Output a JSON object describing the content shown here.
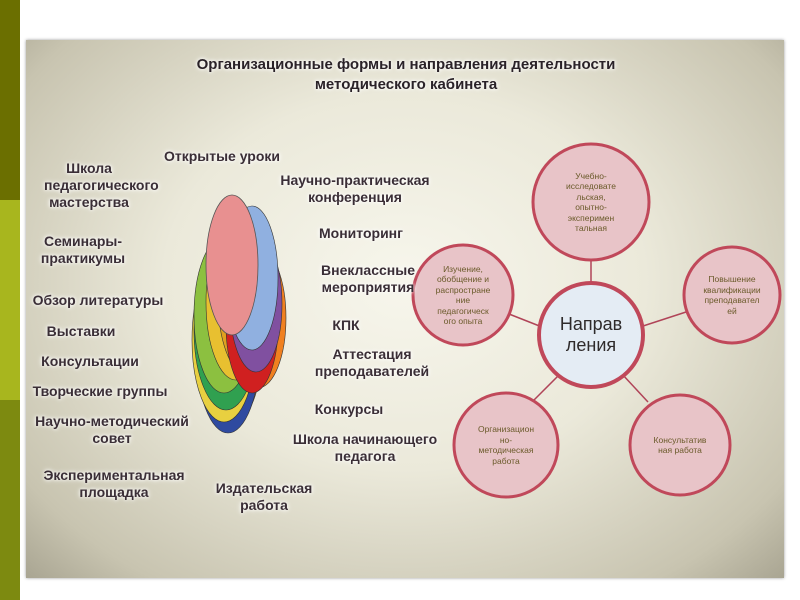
{
  "title": {
    "line1": "Организационные формы  и направления деятельности",
    "line2": "методического кабинета"
  },
  "forms": {
    "school_mastery": [
      "Школа",
      "педагогического",
      "мастерства"
    ],
    "seminars": [
      "Семинары-",
      "практикумы"
    ],
    "literature_review": "Обзор литературы",
    "exhibitions": "Выставки",
    "consultations": "Консультации",
    "creative_groups": "Творческие группы",
    "scientific_council": [
      "Научно-методический",
      "совет"
    ],
    "experimental_site": [
      "Экспериментальная",
      "площадка"
    ],
    "publishing": [
      "Издательская",
      "работа"
    ],
    "open_lessons": "Открытые уроки",
    "conference": [
      "Научно-практическая",
      "конференция"
    ],
    "monitoring": "Мониторинг",
    "extracurricular": [
      "Внеклассные",
      "мероприятия"
    ],
    "kpk": "КПК",
    "attestation": [
      "Аттестация",
      "преподавателей"
    ],
    "contests": "Конкурсы",
    "beginner_school": [
      "Школа начинающего",
      "педагога"
    ]
  },
  "directions": {
    "center": [
      "Направ",
      "ления"
    ],
    "research": [
      "Учебно-",
      "исследовате",
      "льская,",
      "опытно-",
      "эксперимен",
      "тальная"
    ],
    "qualification": [
      "Повышение",
      "квалификации",
      "преподавател",
      "ей"
    ],
    "consulting": [
      "Консультатив",
      "ная работа"
    ],
    "organizational": [
      "Организацион",
      "но-",
      "методическая",
      "работа"
    ],
    "study": [
      "Изучение,",
      "обобщение и",
      "распростране",
      "ние",
      "педагогическ",
      "ого опыта"
    ]
  },
  "colors": {
    "circle_fill": "#e8c4c8",
    "circle_border": "#c0485a",
    "center_fill": "#e4ecf4",
    "center_border": "#c0485a",
    "connector": "#b04458",
    "fan": [
      "#e8a020",
      "#2f4aa0",
      "#e8d040",
      "#30a050",
      "#8cc040",
      "#f08020",
      "#d02020",
      "#8050a0",
      "#90b0e0",
      "#e89090"
    ]
  }
}
